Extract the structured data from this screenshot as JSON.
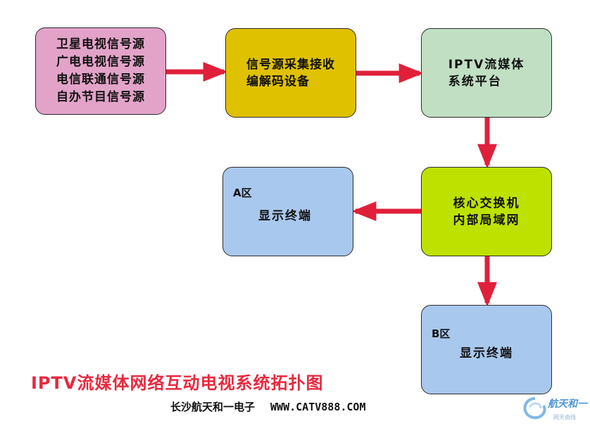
{
  "colors": {
    "sources": "#e3a3c9",
    "encoder": "#e0c100",
    "platform": "#c1dfc3",
    "switch": "#bfe100",
    "terminal": "#a9c8ee",
    "arrow": "#e0203a",
    "title": "#e8293f"
  },
  "nodes": {
    "sources": {
      "lines": [
        "卫星电视信号源",
        "广电电视信号源",
        "电信联通信号源",
        "自办节目信号源"
      ]
    },
    "encoder": {
      "lines": [
        "信号源采集接收",
        "编解码设备"
      ]
    },
    "platform": {
      "lines": [
        "IPTV流媒体",
        "系统平台"
      ]
    },
    "switch": {
      "lines": [
        "核心交换机",
        "内部局域网"
      ]
    },
    "zone_a": {
      "label": "A区",
      "text": "显示终端"
    },
    "zone_b": {
      "label": "B区",
      "text": "显示终端"
    }
  },
  "edges": [
    {
      "from": "sources",
      "to": "encoder"
    },
    {
      "from": "encoder",
      "to": "platform"
    },
    {
      "from": "platform",
      "to": "switch"
    },
    {
      "from": "switch",
      "to": "zone_a"
    },
    {
      "from": "switch",
      "to": "zone_b"
    }
  ],
  "title": "IPTV流媒体网络互动电视系统拓扑图",
  "footer": {
    "company": "长沙航天和一电子",
    "url": "WWW.CATV888.COM"
  },
  "logo": {
    "text": "航天和一",
    "subtext": "网天由线",
    "icon": "swirl-logo-icon"
  }
}
